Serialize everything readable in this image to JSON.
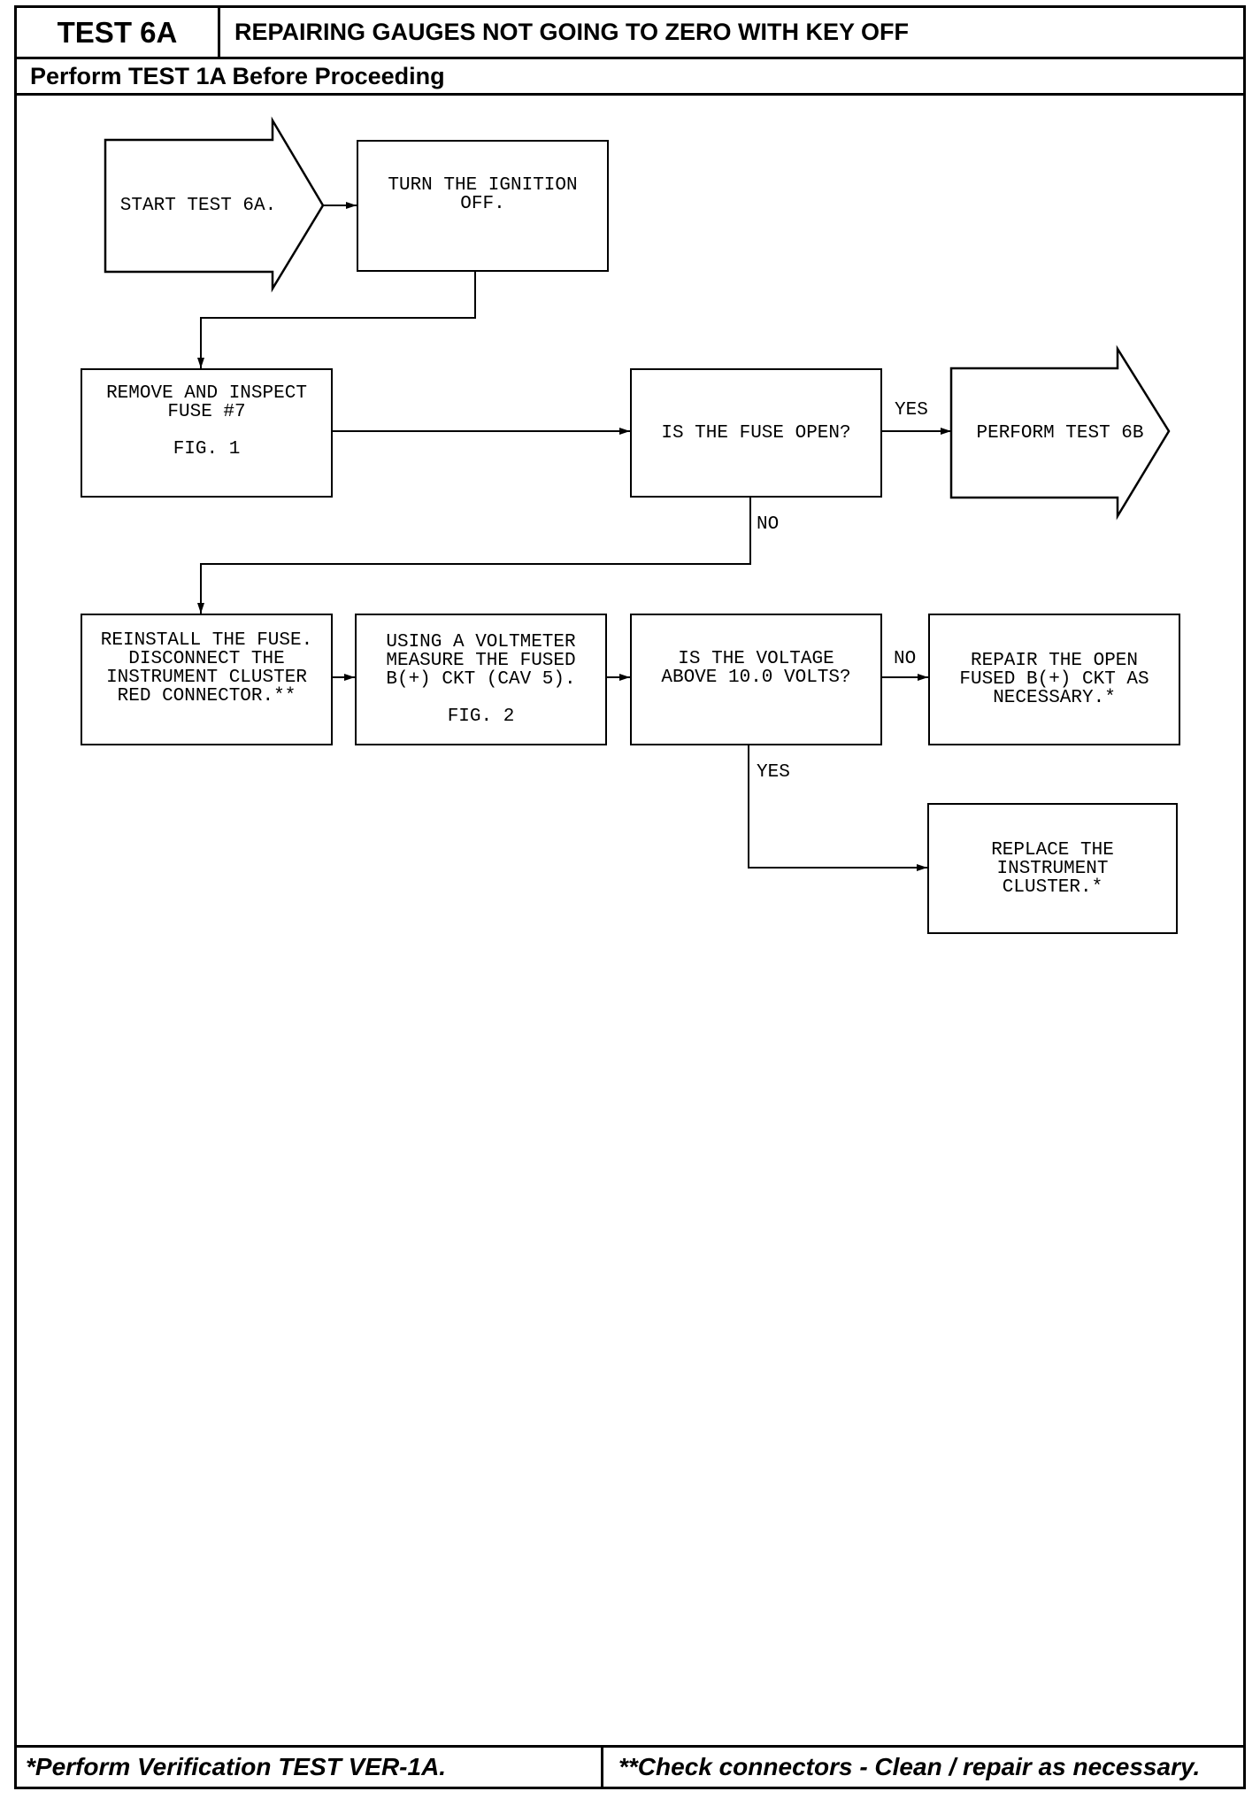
{
  "header": {
    "test_id": "TEST 6A",
    "title": "REPAIRING GAUGES NOT GOING TO ZERO WITH KEY OFF",
    "prerequisite": "Perform TEST 1A Before Proceeding"
  },
  "flowchart": {
    "start": {
      "lines": [
        "START TEST 6A."
      ]
    },
    "ignition_off": {
      "lines": [
        "TURN THE IGNITION",
        "OFF."
      ]
    },
    "inspect_fuse": {
      "lines": [
        "REMOVE AND INSPECT",
        "FUSE #7"
      ],
      "figure": "FIG. 1"
    },
    "fuse_open_question": {
      "lines": [
        "IS THE FUSE OPEN?"
      ]
    },
    "perform_test_6b": {
      "lines": [
        "PERFORM TEST 6B"
      ]
    },
    "reinstall_fuse": {
      "lines": [
        "REINSTALL THE FUSE.",
        "DISCONNECT THE",
        "INSTRUMENT CLUSTER",
        "RED CONNECTOR.**"
      ]
    },
    "measure_voltage": {
      "lines": [
        "USING A VOLTMETER",
        "MEASURE THE FUSED",
        "B(+) CKT (CAV 5)."
      ],
      "figure": "FIG. 2"
    },
    "voltage_question": {
      "lines": [
        "IS THE VOLTAGE",
        "ABOVE 10.0 VOLTS?"
      ]
    },
    "repair_circuit": {
      "lines": [
        "REPAIR THE OPEN",
        "FUSED B(+) CKT AS",
        "NECESSARY.*"
      ]
    },
    "replace_cluster": {
      "lines": [
        "REPLACE THE",
        "INSTRUMENT",
        "CLUSTER.*"
      ]
    },
    "branch_labels": {
      "fuse_open_yes": "YES",
      "fuse_open_no": "NO",
      "voltage_no": "NO",
      "voltage_yes": "YES"
    }
  },
  "footer": {
    "verification_note": "*Perform Verification TEST VER-1A.",
    "connector_note": "**Check connectors - Clean / repair as necessary."
  },
  "colors": {
    "ink": "#000000",
    "paper": "#ffffff"
  }
}
